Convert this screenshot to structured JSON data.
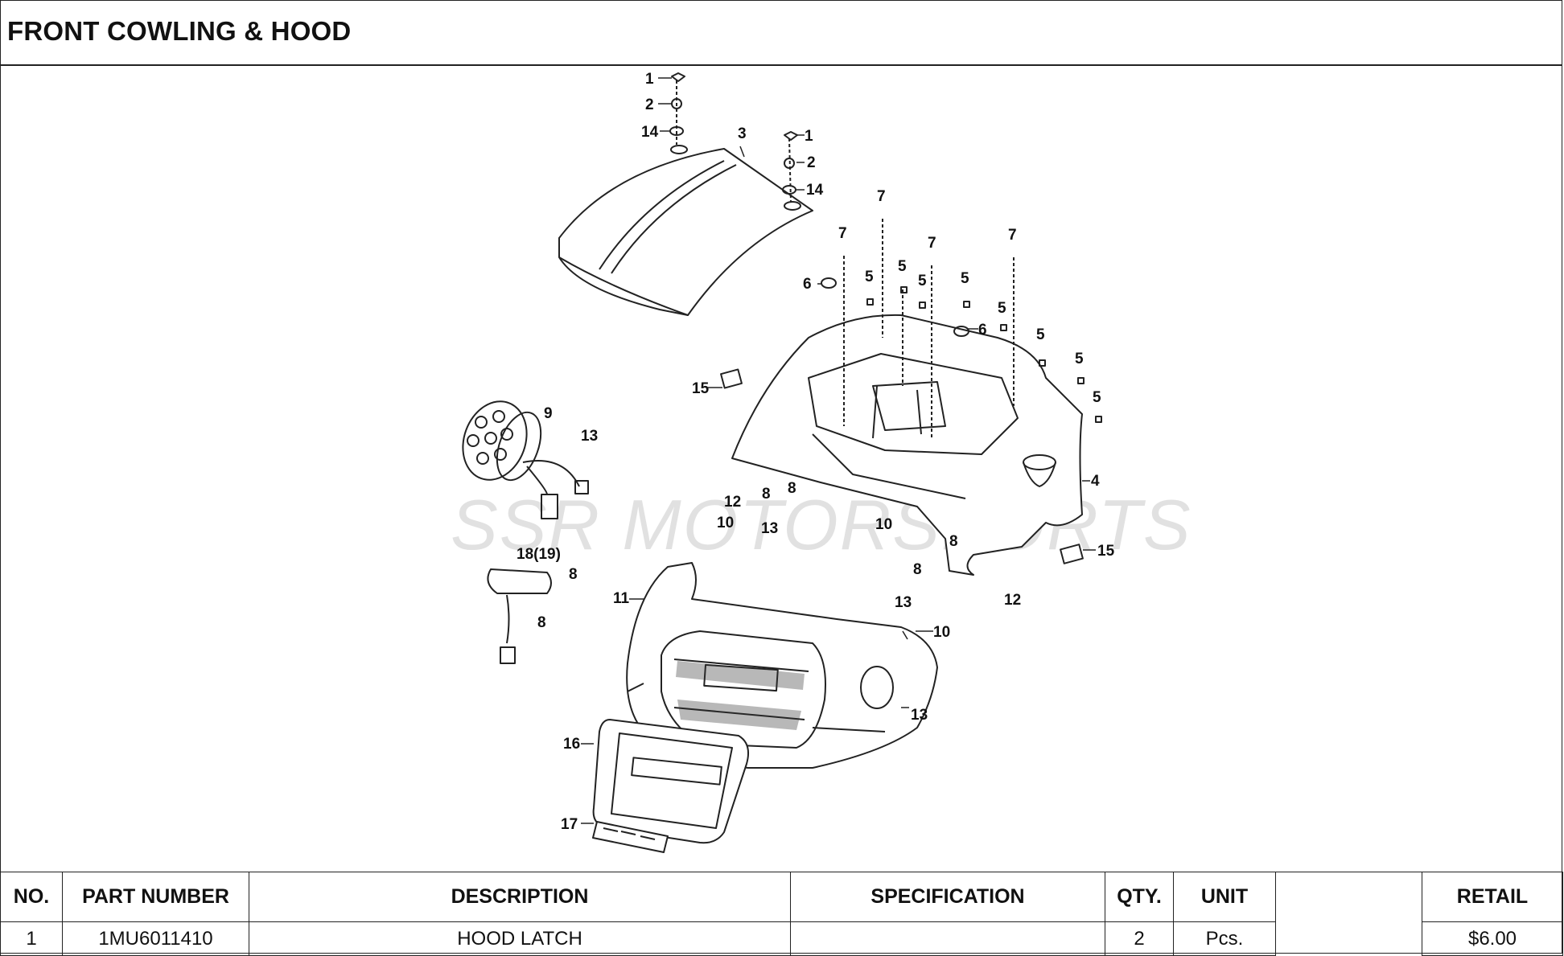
{
  "title": "FRONT COWLING & HOOD",
  "watermark": "SSR MOTORSPORTS",
  "callouts": {
    "c1a": "1",
    "c2a": "2",
    "c14a": "14",
    "c3": "3",
    "c1b": "1",
    "c2b": "2",
    "c14b": "14",
    "c7a": "7",
    "c7b": "7",
    "c7c": "7",
    "c7d": "7",
    "c6a": "6",
    "c6b": "6",
    "c5a": "5",
    "c5b": "5",
    "c5c": "5",
    "c5d": "5",
    "c5e": "5",
    "c5f": "5",
    "c5g": "5",
    "c5h": "5",
    "c15a": "15",
    "c15b": "15",
    "c4": "4",
    "c9": "9",
    "c13a": "13",
    "c12a": "12",
    "c8a": "8",
    "c8b": "8",
    "c10a": "10",
    "c8c": "8",
    "c8d": "8",
    "c12b": "12",
    "c10b": "10",
    "c13b": "13",
    "c18": "18(19)",
    "c8e": "8",
    "c8f": "8",
    "c11": "11",
    "c13c": "13",
    "c10c": "10",
    "c13d": "13",
    "c16": "16",
    "c17": "17"
  },
  "table": {
    "headers": {
      "no": "NO.",
      "part_number": "PART NUMBER",
      "description": "DESCRIPTION",
      "specification": "SPECIFICATION",
      "qty": "QTY.",
      "unit": "UNIT",
      "retail": "RETAIL"
    },
    "rows": [
      {
        "no": "1",
        "part_number": "1MU6011410",
        "description": "HOOD LATCH",
        "specification": "",
        "qty": "2",
        "unit": "Pcs.",
        "retail": "$6.00"
      }
    ]
  }
}
